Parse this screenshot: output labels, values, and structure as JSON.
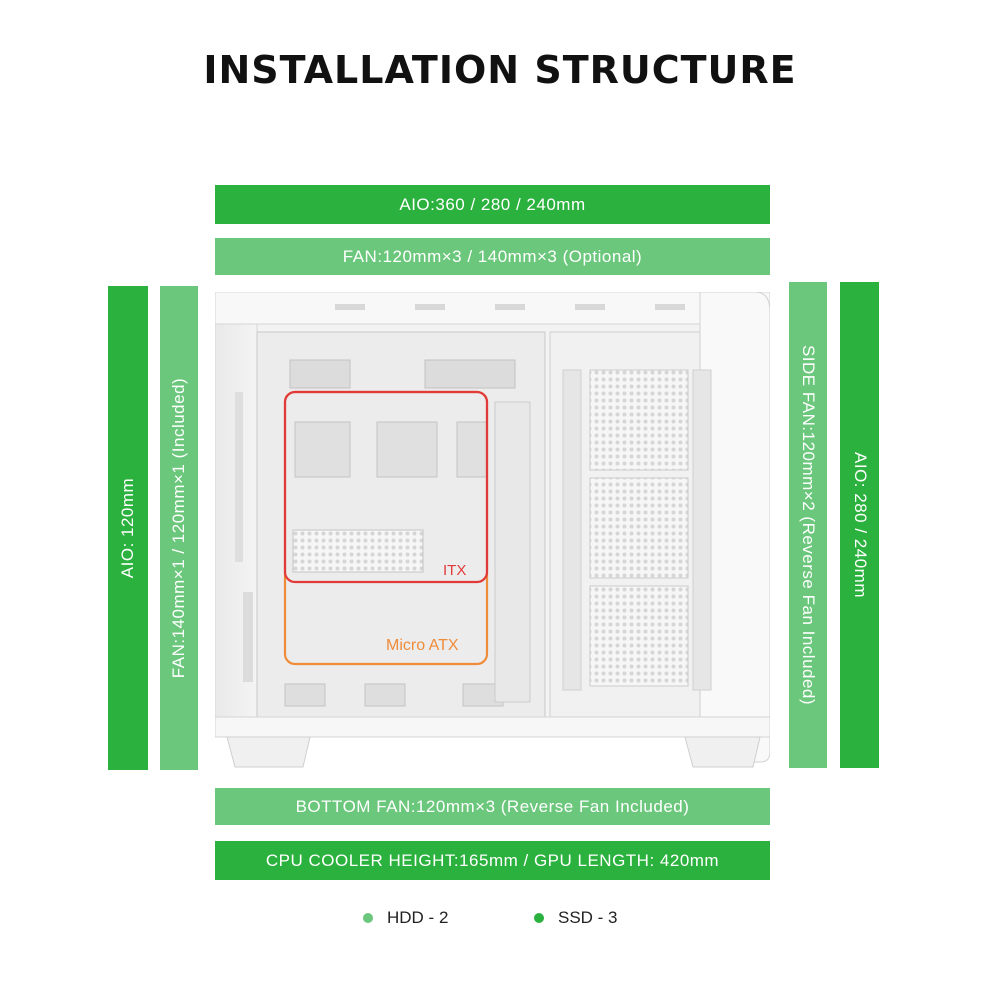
{
  "title": "INSTALLATION STRUCTURE",
  "bars": {
    "top_aio": "AIO:360 / 280 / 240mm",
    "top_fan": "FAN:120mm×3 / 140mm×3 (Optional)",
    "left_aio": "AIO: 120mm",
    "left_fan": "FAN:140mm×1 / 120mm×1 (Included)",
    "side_fan": "SIDE FAN:120mm×2 (Reverse Fan Included)",
    "right_aio": "AIO: 280 / 240mm",
    "bottom_fan": "BOTTOM FAN:120mm×3 (Reverse Fan Included)",
    "clearance": "CPU COOLER HEIGHT:165mm / GPU LENGTH: 420mm"
  },
  "board_labels": {
    "itx": "ITX",
    "matx": "Micro ATX"
  },
  "legend": {
    "hdd": "HDD - 2",
    "ssd": "SSD - 3"
  },
  "colors": {
    "dark_green": "#2bb13d",
    "light_green": "#6bc77b",
    "itx_outline": "#e23a3a",
    "matx_outline": "#ef8c3a"
  }
}
